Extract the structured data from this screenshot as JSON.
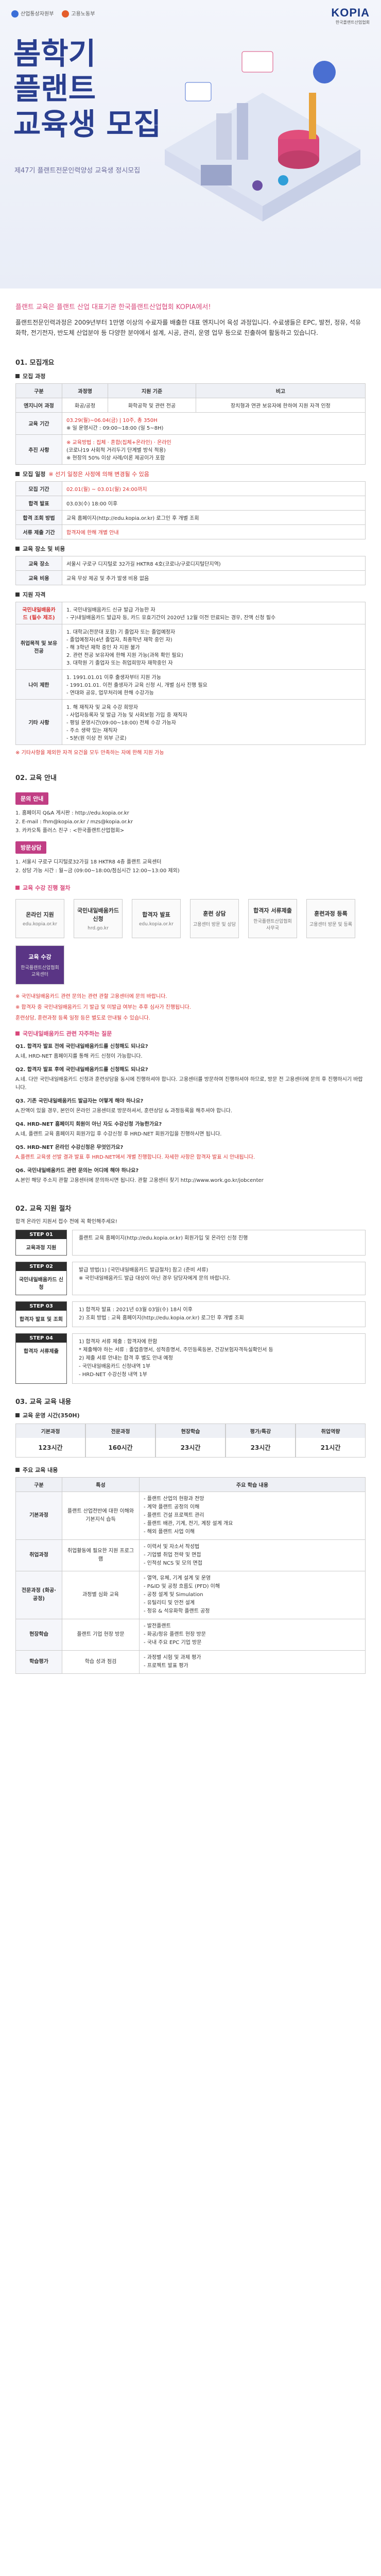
{
  "header": {
    "logo_left_1": "산업통상자원부",
    "logo_left_2": "고용노동부",
    "kopia": "KOPIA",
    "kopia_sub": "한국플랜트산업협회"
  },
  "hero": {
    "title_line1": "봄학기",
    "title_line2": "플랜트",
    "title_line3": "교육생 모집",
    "subtitle": "제47기 플랜트전문인력양성 교육생 정시모집"
  },
  "intro": {
    "lead": "플랜트 교육은 플랜트 산업 대표기관 한국플랜트산업협회 KOPIA에서!",
    "body": "플랜트전문인력과정은 2009년부터 1만명 이상의 수료자를 배출한 대표 엔지니어 육성 과정입니다. 수료생들은 EPC, 발전, 정유, 석유화학, 전기전자, 반도체 산업분야 등 다양한 분야에서 설계, 시공, 관리, 운영 업무 등으로 진출하여 활동하고 있습니다."
  },
  "s1": {
    "title": "01. 모집개요",
    "sub1": "모집 과정",
    "table1": {
      "headers": [
        "구분",
        "과정명",
        "지원 기준",
        "비고"
      ],
      "row": [
        "엔지니어 과정",
        "화공/공정",
        "화학공학 및 관련 전공",
        "장치형과 연관 보유자에 한하여 지원 자격 인정"
      ]
    },
    "edu_period_label": "교육 기간",
    "edu_period_value": "03.29(월)~06.04(금) | 10주, 총 350H",
    "edu_period_note": "※ 일 운영시간 : 09:00~18:00 (일 5~8H)",
    "edu_method_label": "추진 사항",
    "edu_method_value": "※ 교육방법 : 집체 · 혼합(집체+온라인) · 온라인",
    "edu_method_note": "(코로나19 사회적 거리두기 단계별 방식 적용)",
    "edu_method_note2": "※ 현장의 50% 이상 사례/이론 제공이가 포함",
    "sub2": "모집 일정",
    "sub2_note": "※ 선기 일정은 사정에 의해 변경될 수 있음",
    "schedule": [
      [
        "모집 기간",
        "02.01(월) ~ 03.01(월) 24:00까지"
      ],
      [
        "합격 발표",
        "03.03(수) 18:00 이후"
      ],
      [
        "합격 조회 방법",
        "교육 홈페이지(http://edu.kopia.or.kr) 로그인 후 개별 조회"
      ],
      [
        "서류 제출 기간",
        "합격자에 한해 개별 안내"
      ]
    ],
    "sub3": "교육 장소 및 비용",
    "place": [
      [
        "교육 장소",
        "서울시 구로구 디지털로 32가길 HKTR8 4호(코로나/구로디지털단지역)"
      ],
      [
        "교육 비용",
        "교육 무상 제공 및 추가 발생 비용 없음"
      ]
    ],
    "sub4": "지원 자격",
    "qual": [
      [
        "국민내일배움카드 (필수 제조)",
        "1. 국민내일배움카드 신규 발급 가능한 자\n- 구)내일배움카드 발급자 등, 카드 유효기간이 2020년 12월 이전 만료되는 경우, 잔액 신청 필수"
      ],
      [
        "취업목적 및 보유 전공",
        "1. 대학교(전문대 포함) 기 졸업자 또는 졸업예정자\n- 졸업예정자(4년 졸업자, 최종학년 재학 중인 자)\n- 해 3학년 재학 중인 자 지원 불가\n2. 관련 전공 보유자에 한해 지원 가능(과목 확인 필요)\n3. 대학원 기 졸업자 또는 취업희망자 재학중인 자"
      ],
      [
        "나이 제한",
        "1. 1991.01.01 이후 출생자부터 지원 가능\n- 1991.01.01. 이전 출생자가 교육 신청 시, 개별 심사 진행 필요\n- 연대와 공유, 업무처리에 한해 수강가능"
      ],
      [
        "기타 사항",
        "1. 해 재직자 및 교육 수강 희망자\n- 사업자등록자 및 발급 가능 및 사회보험 가입 중 재직자\n- 평일 운영시간(09:00~18:00) 전체 수강 가능자\n- 주소 생략 있는 재직자\n- 5분(원 이상 전 외부 근로)"
      ]
    ],
    "qual_note": "※ 기타사항을 제외한 자격 요건을 모두 만족하는 자에 한해 지원 가능"
  },
  "s2": {
    "title": "02. 교육 안내",
    "tag1": "문의 안내",
    "inquiry": [
      "1. 홈페이지 Q&A 게시판 : http://edu.kopia.or.kr",
      "2. E-mail : fhm@kopia.or.kr / mzs@kopia.or.kr",
      "3. 카카오톡 플러스 친구 : <한국플랜트산업협회>"
    ],
    "tag2": "방문상담",
    "visit": [
      "1. 서울시 구로구 디지털로32가길 18 HKTR8 4층 플랜트 교육센터",
      "2. 상담 가능 시간 : 월~금 (09:00~18:00/점심시간 12:00~13:00 제외)"
    ],
    "flow_title": "교육 수강 진행 절차",
    "flow": [
      {
        "t": "온라인 지원",
        "s": "edu.kopia.or.kr"
      },
      {
        "t": "국민내일배움카드 신청",
        "s": "hrd.go.kr"
      },
      {
        "t": "합격자 발표",
        "s": "edu.kopia.or.kr"
      },
      {
        "t": "훈련 상담",
        "s": "고용센터 방문 및 상담"
      },
      {
        "t": "합격자 서류제출",
        "s": "한국플랜트산업협회 사무국"
      },
      {
        "t": "훈련과정 등록",
        "s": "고용센터 방문 및 등록"
      },
      {
        "t": "교육 수강",
        "s": "한국플랜트산업협회 교육센터"
      }
    ],
    "flow_note1": "※ 국민내일배움카드 관련 문의는 관련 관할 고용센터에 문의 바랍니다.",
    "flow_note2": "※ 합격자 중 국민내일배움카드 기 발급 및 미발급 여부는 추후 심사가 진행됩니다.",
    "flow_note3": "훈련상담, 훈련과정 등록 일정 등은 별도로 안내될 수 있습니다.",
    "faq_title": "국민내일배움카드 관련 자주하는 질문",
    "faq": [
      {
        "q": "Q1. 합격자 발표 전에 국민내일배움카드를 신청해도 되나요?",
        "a": "A.네, HRD-NET 홈페이지를 통해 카드 신청이 가능합니다."
      },
      {
        "q": "Q2. 합격자 발표 후에 국민내일배움카드를 신청해도 되나요?",
        "a": "A.네. 다만 국민내일배움카드 신청과 훈련상담을 동시에 진행하셔야 합니다. 고용센터를 방문하여 진행하셔야 하므로, 방문 전 고용센터에 문의 후 진행하시기 바랍니다."
      },
      {
        "q": "Q3. 기존 국민내일배움카드 발급자는 어떻게 해야 하나요?",
        "a": "A.잔액이 있을 경우, 본인이 온라인 고용센터로 방문하셔서, 훈련상담 & 과정등록을 해주셔야 합니다."
      },
      {
        "q": "Q4. HRD-NET 홈페이지 회원이 아닌 자도 수강신청 가능한가요?",
        "a": "A.네, 플랜트 교육 홈페이지 회원가입 후 수강신청 후 HRD-NET 회원가입을 진행하시면 됩니다."
      },
      {
        "q": "Q5. HRD-NET 온라인 수강신청은 무엇인가요?",
        "a": "A.플랜트 교육생 선발 결과 발표 후 HRD-NET에서 개별 진행합니다. 자세한 사항은 합격자 발표 시 안내됩니다."
      },
      {
        "q": "Q6. 국민내일배움카드 관련 문의는 어디에 해야 하나요?",
        "a": "A.본인 해당 주소지 관할 고용센터에 문의하시면 됩니다. 관할 고용센터 찾기 http://www.work.go.kr/jobcenter"
      }
    ]
  },
  "s3": {
    "title": "02. 교육 지원 절차",
    "intro": "합격 온라인 지원서 접수 전에 꼭 확인해주세요!",
    "steps": [
      {
        "h": "STEP 01",
        "b": "교육과정 지원",
        "d": "플랜트 교육 홈페이지(http://edu.kopia.or.kr) 회원가입 및 온라인 신청 진행"
      },
      {
        "h": "STEP 02",
        "b": "국민내일배움카드 신청",
        "d": "발급 방법(1) [국민내일배움카드 발급절차] 참고 (준비 서류)\n※ 국민내일배움카드 발급 대상이 아닌 경우 담당자에게 문의 바랍니다."
      },
      {
        "h": "STEP 03",
        "b": "합격자 발표 및 조회",
        "d": "1) 합격자 발표 : 2021년 03월 03일(수) 18시 이후\n2) 조회 방법 : 교육 홈페이지(http://edu.kopia.or.kr) 로그인 후 개별 조회"
      },
      {
        "h": "STEP 04",
        "b": "합격자 서류제출",
        "d": "1) 합격자 서류 제출 : 합격자에 한함\n* 제출해야 하는 서류 : 졸업증명서, 성적증명서, 주민등록등본, 건강보험자격득실확인서 등\n2) 제출 서류 안내는 합격 후 별도 안내 예정\n- 국민내일배움카드 신청내역 1부\n- HRD-NET 수강신청 내역 1부"
      }
    ],
    "stats_title": "03. 교육 교육 내용",
    "stats_sub": "교육 운영 시간(350H)",
    "stats": [
      {
        "h": "기본과정",
        "v": "123시간"
      },
      {
        "h": "전문과정",
        "v": "160시간"
      },
      {
        "h": "현장학습",
        "v": "23시간"
      },
      {
        "h": "평가/특강",
        "v": "23시간"
      },
      {
        "h": "취업역량",
        "v": "21시간"
      }
    ],
    "curr_sub": "주요 교육 내용",
    "curr_headers": [
      "구분",
      "특성",
      "주요 학습 내용"
    ],
    "curr": [
      [
        "기본과정",
        "플랜트 산업전반에 대한 이해와 기본지식 습득",
        "- 플랜트 산업의 현황과 전망\n- 계약 플랜트 공정의 이해\n- 플랜트 건설 프로젝트 관리\n- 플랜트 배관, 기계, 전기, 계장 설계 개요\n- 해외 플랜트 사업 이해"
      ],
      [
        "취업과정",
        "취업활동에 필요한 지원 프로그램",
        "- 이력서 및 자소서 작성법\n- 기업별 취업 전략 및 면접\n- 인적성 NCS 및 모의 면접"
      ],
      [
        "전문과정 (화공·공정)",
        "과정별 심화 교육",
        "- 열역, 유체, 기계 설계 및 운영\n- P&ID 및 공정 흐름도 (PFD) 이해\n- 공정 설계 및 Simulation\n- 유틸리티 및 안전 설계\n- 정유 & 석유화학 플랜트 공정"
      ],
      [
        "현장학습",
        "플랜트 기업 현장 방문",
        "- 발전플랜트\n- 화공/정유 플랜트 현장 방문\n- 국내 주요 EPC 기업 방문"
      ],
      [
        "학습평가",
        "학습 성과 점검",
        "- 과정별 시험 및 과제 평가\n- 프로젝트 발표 평가"
      ]
    ]
  }
}
